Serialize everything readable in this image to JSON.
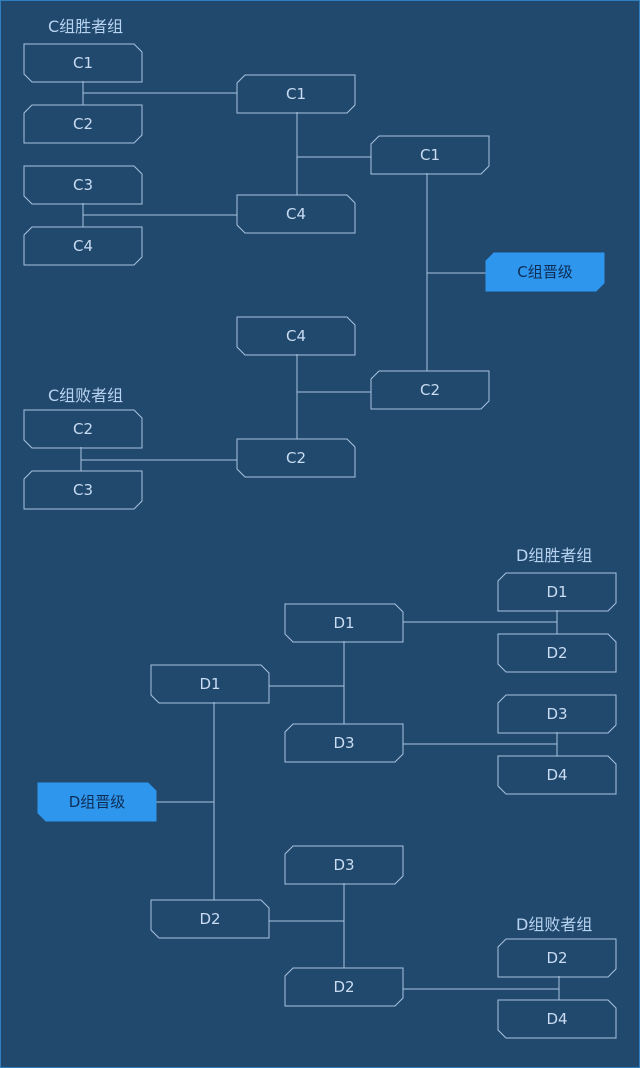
{
  "colors": {
    "background": "#21496e",
    "line": "#a9c3de",
    "promo_fill": "#2f96ee"
  },
  "c_section": {
    "winners_label": "C组胜者组",
    "losers_label": "C组败者组",
    "winners_r1": [
      "C1",
      "C2",
      "C3",
      "C4"
    ],
    "winners_r2": [
      "C1",
      "C4"
    ],
    "winners_final": "C1",
    "losers_r1": [
      "C2",
      "C3"
    ],
    "losers_r2": [
      "C4",
      "C2"
    ],
    "losers_final": "C2",
    "promotion": "C组晋级"
  },
  "d_section": {
    "winners_label": "D组胜者组",
    "losers_label": "D组败者组",
    "winners_r1": [
      "D1",
      "D2",
      "D3",
      "D4"
    ],
    "winners_r2": [
      "D1",
      "D3"
    ],
    "winners_final": "D1",
    "losers_r1": [
      "D2",
      "D4"
    ],
    "losers_r2": [
      "D3",
      "D2"
    ],
    "losers_final": "D2",
    "promotion": "D组晋级"
  }
}
